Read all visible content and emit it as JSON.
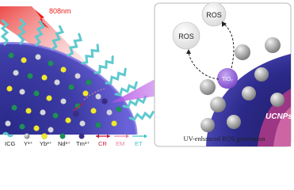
{
  "laser": {
    "label": "808nm",
    "color": "#e8201d"
  },
  "legend": {
    "items": [
      {
        "key": "icg",
        "label": "ICG",
        "color": "#5ec9cf"
      },
      {
        "key": "y",
        "label": "Y³⁺",
        "color": "#d6d6dc"
      },
      {
        "key": "yb",
        "label": "Yb³⁺",
        "color": "#f0e830"
      },
      {
        "key": "nd",
        "label": "Nd³⁺",
        "color": "#1f8f5a"
      },
      {
        "key": "tm",
        "label": "Tm³⁺",
        "color": "#3a2d86"
      }
    ],
    "arrows": [
      {
        "key": "cr",
        "label": "CR",
        "color": "#c21f3a"
      },
      {
        "key": "em",
        "label": "EM",
        "color": "#e7829b"
      },
      {
        "key": "et",
        "label": "ET",
        "color": "#3ec3c4"
      }
    ]
  },
  "right_panel": {
    "nanoparticle_label": "UCNPs",
    "catalyst_label": "TiO₂",
    "ros_labels": [
      "ROS",
      "ROS"
    ],
    "caption": "UV-enhanced ROS generation"
  },
  "colors": {
    "core": "#3f3b9e",
    "shell_outer": "#6f5fd6",
    "beam": "#9b2fd4",
    "panel_bg": "#ffffff",
    "panel_border": "#b8b8b8"
  }
}
